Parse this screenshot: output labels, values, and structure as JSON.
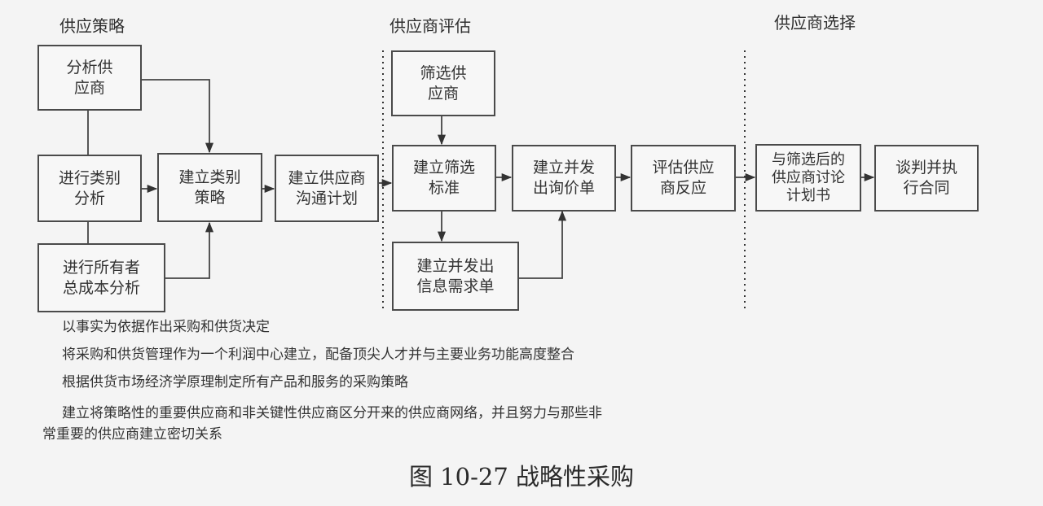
{
  "sections": {
    "strategy": "供应策略",
    "evaluation": "供应商评估",
    "selection": "供应商选择"
  },
  "boxes": {
    "analyze_suppliers": "分析供\n应商",
    "category_analysis": "进行类别\n分析",
    "tco_analysis": "进行所有者\n总成本分析",
    "category_strategy": "建立类别\n策略",
    "comm_plan": "建立供应商\n沟通计划",
    "screen_suppliers": "筛选供\n应商",
    "screen_criteria": "建立筛选\n标准",
    "issue_rfi": "建立并发出\n信息需求单",
    "issue_rfq": "建立并发\n出询价单",
    "eval_response": "评估供应\n商反应",
    "discussion_plan": "与筛选后的\n供应商讨论\n计划书",
    "negotiate_contract": "谈判并执\n行合同"
  },
  "notes": [
    "以事实为依据作出采购和供货决定",
    "将采购和供货管理作为一个利润中心建立，配备顶尖人才并与主要业务功能高度整合",
    "根据供货市场经济学原理制定所有产品和服务的采购策略",
    "建立将策略性的重要供应商和非关键性供应商区分开来的供应商网络，并且努力与那些非",
    "常重要的供应商建立密切关系"
  ],
  "caption": "图 10-27  战略性采购"
}
